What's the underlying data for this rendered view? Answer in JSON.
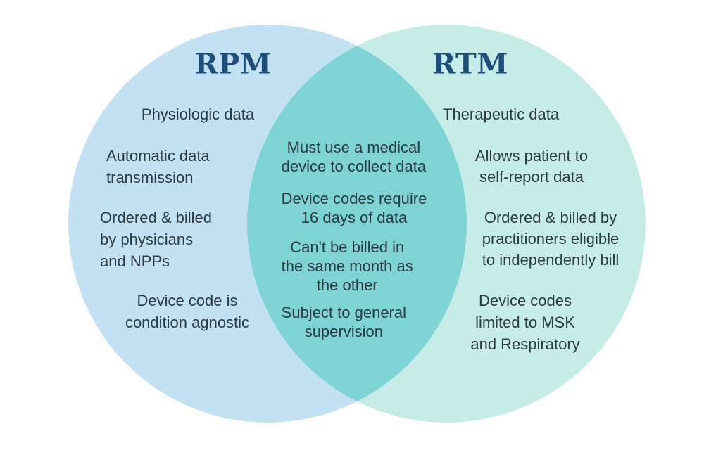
{
  "venn": {
    "colors": {
      "left_circle": "#c2e2f4",
      "right_circle": "#c6ece7",
      "overlap": "#7ed3d5",
      "title_text": "#1f4e7a",
      "body_text": "#2b3a40",
      "background": "#ffffff"
    },
    "left": {
      "title": "RPM",
      "items": [
        "Physiologic data",
        "Automatic data\ntransmission",
        "Ordered & billed\nby physicians\nand NPPs",
        "Device code is\ncondition agnostic"
      ]
    },
    "overlap": {
      "items": [
        "Must use a medical\ndevice to collect data",
        "Device codes require\n16 days of data",
        "Can't be billed in\nthe same month as\nthe other",
        "Subject to general\nsupervision"
      ]
    },
    "right": {
      "title": "RTM",
      "items": [
        "Therapeutic data",
        "Allows patient to\nself-report data",
        "Ordered & billed by\npractitioners eligible\nto independently bill",
        "Device codes\nlimited to MSK\nand Respiratory"
      ]
    }
  }
}
